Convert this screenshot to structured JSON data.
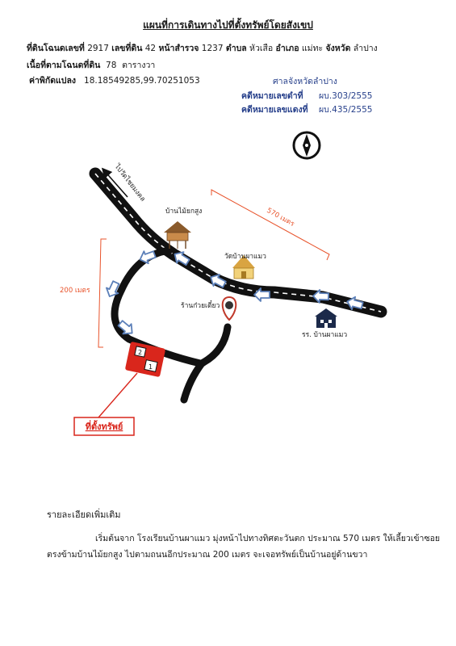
{
  "header": {
    "title": "แผนที่การเดินทางไปที่ตั้งทรัพย์โดยสังเขป",
    "deed_label": "ที่ดินโฉนดเลขที่",
    "deed_no": "2917",
    "land_no_label": "เลขที่ดิน",
    "land_no": "42",
    "survey_label": "หน้าสำรวจ",
    "survey_no": "1237",
    "subdistrict_label": "ตำบล",
    "subdistrict": "หัวเสือ",
    "district_label": "อำเภอ",
    "district": "แม่ทะ",
    "province_label": "จังหวัด",
    "province": "ลำปาง",
    "area_label": "เนื้อที่ตามโฉนดที่ดิน",
    "area_value": "78",
    "area_unit": "ตารางวา",
    "coord_label": "ค่าพิกัดแปลง",
    "coord_value": "18.18549285,99.70251053"
  },
  "court": {
    "name": "ศาลจังหวัดลำปาง",
    "black_case_label": "คดีหมายเลขดำที่",
    "black_case": "ผบ.303/2555",
    "red_case_label": "คดีหมายเลขแดงที่",
    "red_case": "ผบ.435/2555"
  },
  "map": {
    "road_to_label": "ไปวัดไชยมงคล",
    "landmark_house": "บ้านไม้ยกสูง",
    "landmark_temple": "วัดบ้านผาแมว",
    "landmark_shop": "ร้านก๋วยเตี๋ยว",
    "landmark_school": "รร. บ้านผาแมว",
    "distance_570": "570 เมตร",
    "distance_200": "200 เมตร",
    "property_label": "ที่ตั้งทรัพย์",
    "plot_1": "1",
    "plot_2": "2",
    "icons": [
      "compass-icon",
      "house-icon",
      "temple-icon",
      "pin-icon",
      "school-icon",
      "arrow-icon"
    ],
    "colors": {
      "road": "#111111",
      "arrow": "#5b7fb8",
      "distance": "#e8532b",
      "property": "#d9261c",
      "court_text": "#27408b"
    }
  },
  "details": {
    "heading": "รายละเอียดเพิ่มเติม",
    "line1": "เริ่มต้นจาก โรงเรียนบ้านผาแมว มุ่งหน้าไปทางทิศตะวันตก ประมาณ 570 เมตร ให้เลี้ยวเข้าซอย",
    "line2": "ตรงข้ามบ้านไม้ยกสูง ไปตามถนนอีกประมาณ 200 เมตร จะเจอทรัพย์เป็นบ้านอยู่ด้านขวา"
  }
}
